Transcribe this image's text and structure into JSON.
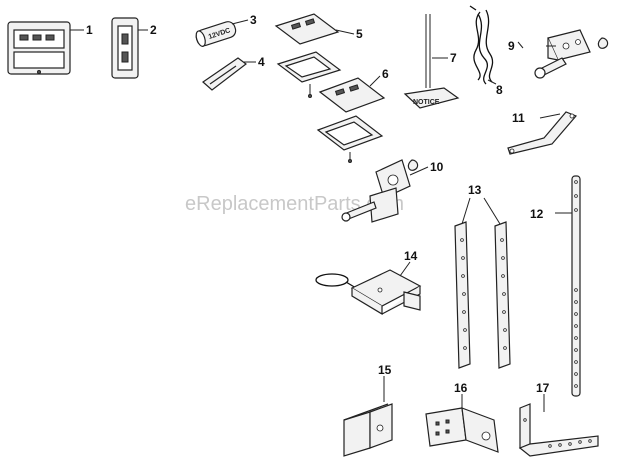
{
  "watermark": "eReplacementParts.com",
  "labels": {
    "battery_text": "12VDC",
    "sign_text": "NOTICE"
  },
  "callouts": [
    "1",
    "2",
    "3",
    "4",
    "5",
    "6",
    "7",
    "8",
    "9",
    "10",
    "11",
    "12",
    "13",
    "14",
    "15",
    "16",
    "17"
  ]
}
